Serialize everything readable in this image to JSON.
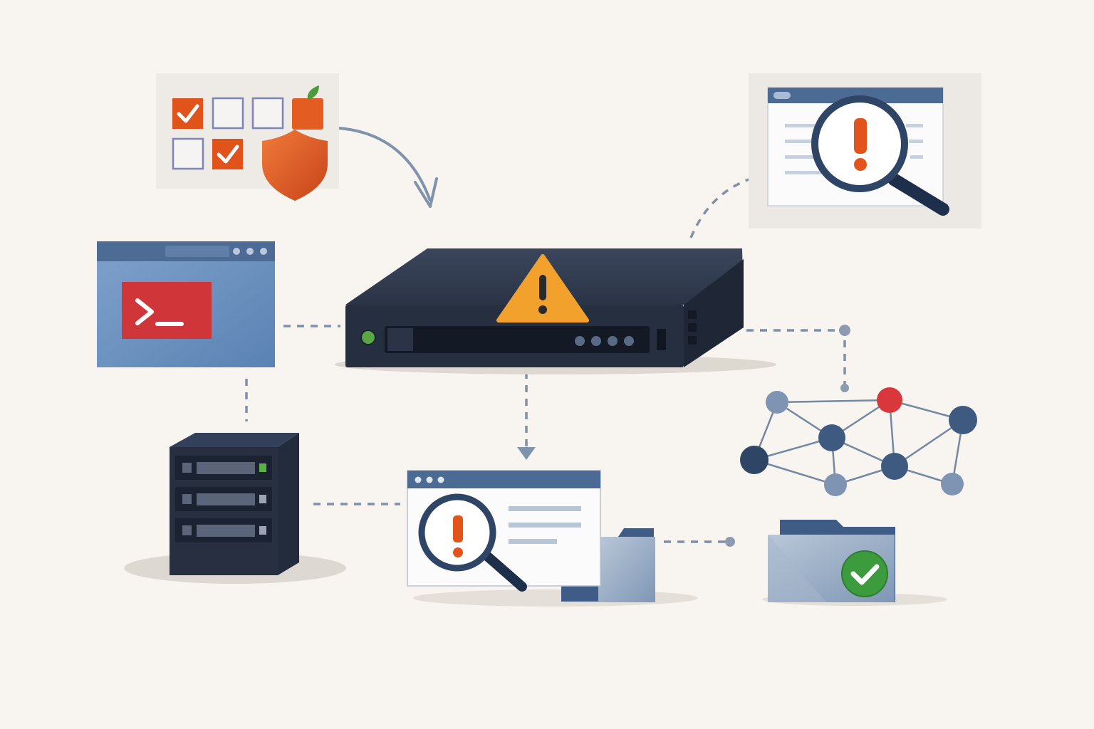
{
  "diagram": {
    "nodes": [
      {
        "id": "compliance-checklist",
        "icons": [
          "checkbox-checked-icon",
          "checkbox-empty-icon",
          "shield-icon",
          "leaf-icon"
        ]
      },
      {
        "id": "terminal-window",
        "icons": [
          "terminal-prompt-icon"
        ]
      },
      {
        "id": "central-device",
        "icons": [
          "warning-triangle-icon",
          "status-led-icon"
        ]
      },
      {
        "id": "log-inspection-window",
        "icons": [
          "magnifier-icon",
          "exclamation-icon"
        ]
      },
      {
        "id": "server-rack",
        "icons": [
          "server-icon"
        ]
      },
      {
        "id": "file-inspection-window",
        "icons": [
          "magnifier-icon",
          "exclamation-icon",
          "folder-icon"
        ]
      },
      {
        "id": "network-graph",
        "icons": [
          "network-node-icon"
        ]
      },
      {
        "id": "verified-folder",
        "icons": [
          "folder-icon",
          "check-badge-icon"
        ]
      }
    ],
    "edges": [
      {
        "from": "compliance-checklist",
        "to": "central-device",
        "style": "solid-arrow"
      },
      {
        "from": "central-device",
        "to": "log-inspection-window",
        "style": "dashed"
      },
      {
        "from": "terminal-window",
        "to": "central-device",
        "style": "dashed"
      },
      {
        "from": "terminal-window",
        "to": "server-rack",
        "style": "dashed"
      },
      {
        "from": "central-device",
        "to": "file-inspection-window",
        "style": "dashed-arrow"
      },
      {
        "from": "server-rack",
        "to": "file-inspection-window",
        "style": "dashed"
      },
      {
        "from": "central-device",
        "to": "network-graph",
        "style": "dashed"
      },
      {
        "from": "file-inspection-window",
        "to": "verified-folder",
        "style": "dashed"
      }
    ]
  },
  "colors": {
    "background": "#f8f4ef",
    "navy": "#2b3a55",
    "slate_blue": "#4a6b95",
    "warning_amber": "#f2a12c",
    "alert_orange": "#e0541c",
    "alert_red": "#d2373a",
    "success_green": "#3c9b3c",
    "connector_gray": "#8093ad"
  }
}
